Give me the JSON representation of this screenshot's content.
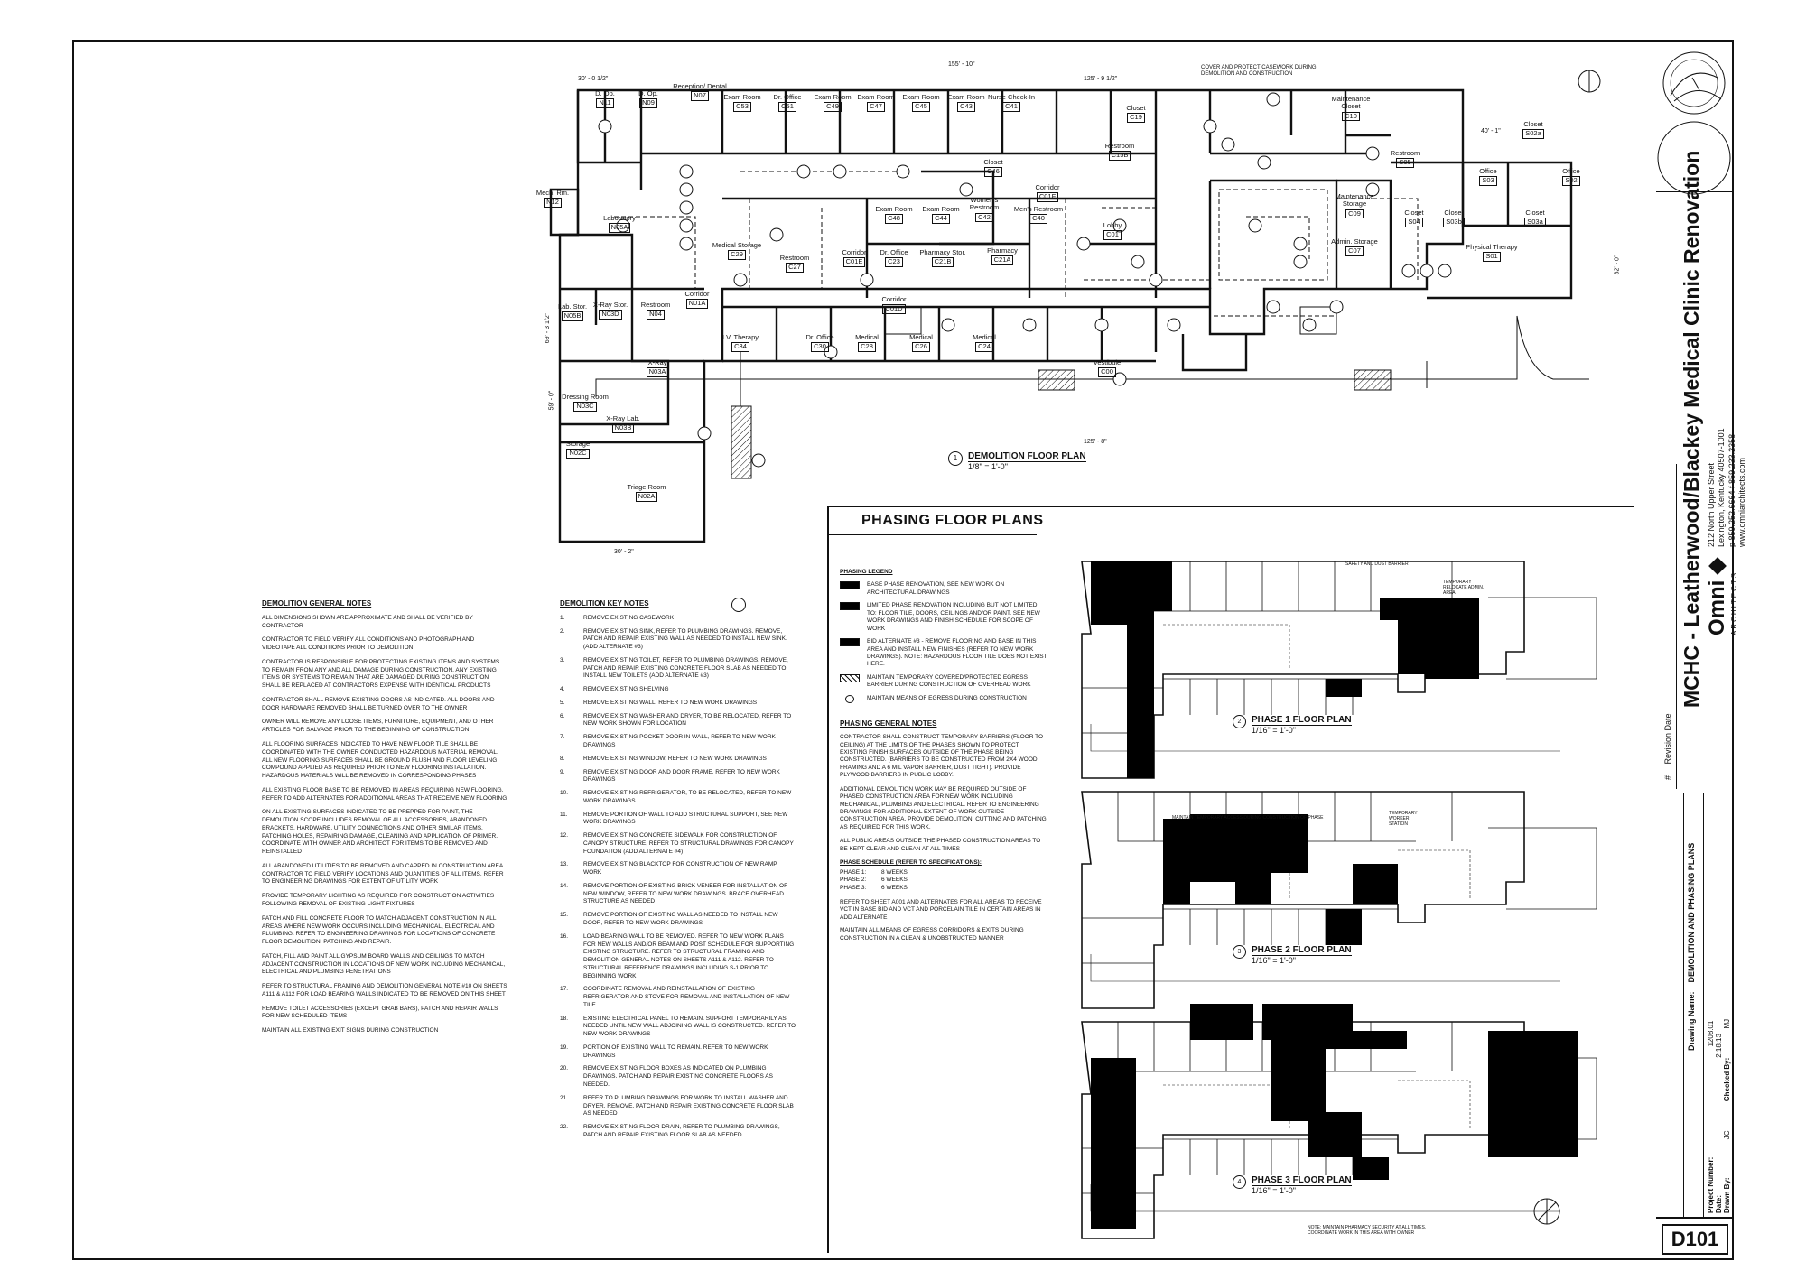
{
  "project": {
    "title": "MCHC - Leatherwood/Blackey Medical Clinic Renovation",
    "firm_logo": "Omni",
    "firm_sub": "ARCHITECTS",
    "address": "212 North Upper Street",
    "city": "Lexington, Kentucky 40507-1001",
    "phone": "p 859.252.6664  f 859.233.2358",
    "web": "www.omniarchitects.com",
    "drawing_name_label": "Drawing Name:",
    "drawing_name": "DEMOLITION AND PHASING PLANS",
    "project_number_label": "Project Number:",
    "project_number": "1208.01",
    "date_label": "Date:",
    "date": "2.18.13",
    "drawn_by_label": "Drawn By:",
    "drawn_by": "JC",
    "checked_by_label": "Checked By:",
    "checked_by": "MJ",
    "revision_label": "#",
    "revision_date_label": "Revision Date",
    "sheet_number": "D101"
  },
  "demolition_plan": {
    "number": "1",
    "title": "DEMOLITION FLOOR PLAN",
    "scale": "1/8\" = 1'-0\"",
    "callout_top": "COVER AND PROTECT CASEWORK DURING DEMOLITION AND CONSTRUCTION",
    "dims": [
      "30' - 0 1/2\"",
      "155' - 10\"",
      "125' - 9 1/2\"",
      "40' - 1\"",
      "125' - 8\"",
      "30' - 2\"",
      "69' - 3 1/2\"",
      "59' - 0\"",
      "32' - 0\""
    ],
    "rooms": [
      {
        "name": "D. Op.",
        "id": "N11"
      },
      {
        "name": "D. Op.",
        "id": "N09"
      },
      {
        "name": "Reception/ Dental",
        "id": "N07"
      },
      {
        "name": "Exam Room",
        "id": "C53"
      },
      {
        "name": "Dr. Office",
        "id": "C51"
      },
      {
        "name": "Exam Room",
        "id": "C49"
      },
      {
        "name": "Exam Room",
        "id": "C47"
      },
      {
        "name": "Exam Room",
        "id": "C45"
      },
      {
        "name": "Exam Room",
        "id": "C43"
      },
      {
        "name": "Nurse Check-In",
        "id": "C41"
      },
      {
        "name": "Closet",
        "id": "C19"
      },
      {
        "name": "Restroom",
        "id": "C15B"
      },
      {
        "name": "Maintenance Closet",
        "id": "C10"
      },
      {
        "name": "Closet",
        "id": "S02a"
      },
      {
        "name": "Mech. Rm.",
        "id": "N12"
      },
      {
        "name": "Laboratory",
        "id": "N05A"
      },
      {
        "name": "Medical Storage",
        "id": "C29"
      },
      {
        "name": "Restroom",
        "id": "C27"
      },
      {
        "name": "Closet",
        "id": "C46"
      },
      {
        "name": "Exam Room",
        "id": "C48"
      },
      {
        "name": "Exam Room",
        "id": "C44"
      },
      {
        "name": "Women's Restroom",
        "id": "C42"
      },
      {
        "name": "Corridor",
        "id": "C01F"
      },
      {
        "name": "Men's Restroom",
        "id": "C40"
      },
      {
        "name": "Lobby",
        "id": "C01"
      },
      {
        "name": "Restroom",
        "id": "S05"
      },
      {
        "name": "Office",
        "id": "S03"
      },
      {
        "name": "Office",
        "id": "S02"
      },
      {
        "name": "Maintenance Storage",
        "id": "C09"
      },
      {
        "name": "Closet",
        "id": "S04"
      },
      {
        "name": "Closet",
        "id": "S03b"
      },
      {
        "name": "Closet",
        "id": "S03a"
      },
      {
        "name": "Corridor",
        "id": "C01E"
      },
      {
        "name": "Dr. Office",
        "id": "C23"
      },
      {
        "name": "Pharmacy Stor.",
        "id": "C21B"
      },
      {
        "name": "Pharmacy",
        "id": "C21A"
      },
      {
        "name": "Admin. Storage",
        "id": "C07"
      },
      {
        "name": "Physical Therapy",
        "id": "S01"
      },
      {
        "name": "Lab. Stor.",
        "id": "N05B"
      },
      {
        "name": "X-Ray Stor.",
        "id": "N03D"
      },
      {
        "name": "Restroom",
        "id": "N04"
      },
      {
        "name": "Corridor",
        "id": "N01A"
      },
      {
        "name": "Corridor",
        "id": "C01D"
      },
      {
        "name": "I.V. Therapy",
        "id": "C34"
      },
      {
        "name": "Dr. Office",
        "id": "C30"
      },
      {
        "name": "Medical",
        "id": "C28"
      },
      {
        "name": "Medical",
        "id": "C26"
      },
      {
        "name": "Medical",
        "id": "C24"
      },
      {
        "name": "Vestibule",
        "id": "C00"
      },
      {
        "name": "X-Ray",
        "id": "N03A"
      },
      {
        "name": "Dressing Room",
        "id": "N03C"
      },
      {
        "name": "X-Ray Lab.",
        "id": "N03B"
      },
      {
        "name": "Storage",
        "id": "N02C"
      },
      {
        "name": "Triage Room",
        "id": "N02A"
      }
    ]
  },
  "demolition_general_notes": {
    "title": "DEMOLITION GENERAL NOTES",
    "items": [
      "ALL DIMENSIONS SHOWN ARE APPROXIMATE AND SHALL BE VERIFIED BY CONTRACTOR",
      "CONTRACTOR TO FIELD VERIFY ALL CONDITIONS AND PHOTOGRAPH AND VIDEOTAPE ALL CONDITIONS PRIOR TO DEMOLITION",
      "CONTRACTOR IS RESPONSIBLE FOR PROTECTING EXISTING ITEMS AND SYSTEMS TO REMAIN FROM ANY AND ALL DAMAGE DURING CONSTRUCTION. ANY EXISTING ITEMS OR SYSTEMS TO REMAIN THAT ARE DAMAGED DURING CONSTRUCTION SHALL BE REPLACED AT CONTRACTORS EXPENSE WITH IDENTICAL PRODUCTS",
      "CONTRACTOR SHALL REMOVE EXISTING DOORS AS INDICATED. ALL DOORS AND DOOR HARDWARE REMOVED SHALL BE TURNED OVER TO THE OWNER",
      "OWNER WILL REMOVE ANY LOOSE ITEMS, FURNITURE, EQUIPMENT, AND OTHER ARTICLES FOR SALVAGE PRIOR TO THE BEGINNING OF CONSTRUCTION",
      "ALL FLOORING SURFACES INDICATED TO HAVE NEW FLOOR TILE SHALL BE COORDINATED WITH THE OWNER CONDUCTED HAZARDOUS MATERIAL REMOVAL. ALL NEW FLOORING SURFACES SHALL BE GROUND FLUSH AND FLOOR LEVELING COMPOUND APPLIED AS REQUIRED PRIOR TO NEW FLOORING INSTALLATION. HAZARDOUS MATERIALS WILL BE REMOVED IN CORRESPONDING PHASES",
      "ALL EXISTING FLOOR BASE TO BE REMOVED IN AREAS REQUIRING NEW FLOORING. REFER TO ADD ALTERNATES FOR ADDITIONAL AREAS THAT RECEIVE NEW FLOORING",
      "ON ALL EXISTING SURFACES INDICATED TO BE PREPPED FOR PAINT, THE DEMOLITION SCOPE INCLUDES REMOVAL OF ALL ACCESSORIES, ABANDONED BRACKETS, HARDWARE, UTILITY CONNECTIONS AND OTHER SIMILAR ITEMS. PATCHING HOLES, REPAIRING DAMAGE, CLEANING AND APPLICATION OF PRIMER. COORDINATE WITH OWNER AND ARCHITECT FOR ITEMS TO BE REMOVED AND REINSTALLED",
      "ALL ABANDONED UTILITIES TO BE REMOVED AND CAPPED IN CONSTRUCTION AREA. CONTRACTOR TO FIELD VERIFY LOCATIONS AND QUANTITIES OF ALL ITEMS. REFER TO ENGINEERING DRAWINGS FOR EXTENT OF UTILITY WORK",
      "PROVIDE TEMPORARY LIGHTING AS REQUIRED FOR CONSTRUCTION ACTIVITIES FOLLOWING REMOVAL OF EXISTING LIGHT FIXTURES",
      "PATCH AND FILL CONCRETE FLOOR TO MATCH ADJACENT CONSTRUCTION IN ALL AREAS WHERE NEW WORK OCCURS INCLUDING MECHANICAL, ELECTRICAL AND PLUMBING. REFER TO ENGINEERING DRAWINGS FOR LOCATIONS OF CONCRETE FLOOR DEMOLITION, PATCHING AND REPAIR.",
      "PATCH, FILL AND PAINT ALL GYPSUM BOARD WALLS AND CEILINGS TO MATCH ADJACENT CONSTRUCTION IN LOCATIONS OF NEW WORK INCLUDING MECHANICAL, ELECTRICAL AND PLUMBING PENETRATIONS",
      "REFER TO STRUCTURAL FRAMING AND DEMOLITION GENERAL NOTE #10 ON SHEETS A111 & A112 FOR LOAD BEARING WALLS INDICATED TO BE REMOVED ON THIS SHEET",
      "REMOVE TOILET ACCESSORIES (EXCEPT GRAB BARS), PATCH AND REPAIR WALLS FOR NEW SCHEDULED ITEMS",
      "MAINTAIN ALL EXISTING EXIT SIGNS DURING CONSTRUCTION"
    ]
  },
  "demolition_key_notes": {
    "title": "DEMOLITION KEY NOTES",
    "items": [
      {
        "n": "1.",
        "t": "REMOVE EXISTING CASEWORK"
      },
      {
        "n": "2.",
        "t": "REMOVE EXISTING SINK, REFER TO PLUMBING DRAWINGS. REMOVE, PATCH AND REPAIR EXISTING WALL AS NEEDED TO INSTALL NEW SINK. (ADD ALTERNATE #3)"
      },
      {
        "n": "3.",
        "t": "REMOVE EXISTING TOILET, REFER TO PLUMBING DRAWINGS. REMOVE, PATCH AND REPAIR EXISTING CONCRETE FLOOR SLAB AS NEEDED TO INSTALL NEW TOILETS (ADD ALTERNATE #3)"
      },
      {
        "n": "4.",
        "t": "REMOVE EXISTING SHELVING"
      },
      {
        "n": "5.",
        "t": "REMOVE EXISTING WALL, REFER TO NEW WORK DRAWINGS"
      },
      {
        "n": "6.",
        "t": "REMOVE EXISTING WASHER AND DRYER, TO BE RELOCATED, REFER TO NEW WORK SHOWN FOR LOCATION"
      },
      {
        "n": "7.",
        "t": "REMOVE EXISTING POCKET DOOR IN WALL, REFER TO NEW WORK DRAWINGS"
      },
      {
        "n": "8.",
        "t": "REMOVE EXISTING WINDOW, REFER TO NEW WORK DRAWINGS"
      },
      {
        "n": "9.",
        "t": "REMOVE EXISTING DOOR AND DOOR FRAME, REFER TO NEW WORK DRAWINGS"
      },
      {
        "n": "10.",
        "t": "REMOVE EXISTING REFRIGERATOR, TO BE RELOCATED, REFER TO NEW WORK DRAWINGS"
      },
      {
        "n": "11.",
        "t": "REMOVE PORTION OF WALL TO ADD STRUCTURAL SUPPORT, SEE NEW WORK DRAWINGS"
      },
      {
        "n": "12.",
        "t": "REMOVE EXISTING CONCRETE SIDEWALK FOR CONSTRUCTION OF CANOPY STRUCTURE, REFER TO STRUCTURAL DRAWINGS FOR CANOPY FOUNDATION (ADD ALTERNATE #4)"
      },
      {
        "n": "13.",
        "t": "REMOVE EXISTING BLACKTOP FOR CONSTRUCTION OF NEW RAMP WORK"
      },
      {
        "n": "14.",
        "t": "REMOVE PORTION OF EXISTING BRICK VENEER FOR INSTALLATION OF NEW WINDOW, REFER TO NEW WORK DRAWINGS. BRACE OVERHEAD STRUCTURE AS NEEDED"
      },
      {
        "n": "15.",
        "t": "REMOVE PORTION OF EXISTING WALL AS NEEDED TO INSTALL NEW DOOR, REFER TO NEW WORK DRAWINGS"
      },
      {
        "n": "16.",
        "t": "LOAD BEARING WALL TO BE REMOVED. REFER TO NEW WORK PLANS FOR NEW WALLS AND/OR BEAM AND POST SCHEDULE FOR SUPPORTING EXISTING STRUCTURE. REFER TO STRUCTURAL FRAMING AND DEMOLITION GENERAL NOTES ON SHEETS A111 & A112. REFER TO STRUCTURAL REFERENCE DRAWINGS INCLUDING S-1 PRIOR TO BEGINNING WORK"
      },
      {
        "n": "17.",
        "t": "COORDINATE REMOVAL AND REINSTALLATION OF EXISTING REFRIGERATOR AND STOVE FOR REMOVAL AND INSTALLATION OF NEW TILE"
      },
      {
        "n": "18.",
        "t": "EXISTING ELECTRICAL PANEL TO REMAIN. SUPPORT TEMPORARILY AS NEEDED UNTIL NEW WALL ADJOINING WALL IS CONSTRUCTED. REFER TO NEW WORK DRAWINGS"
      },
      {
        "n": "19.",
        "t": "PORTION OF EXISTING WALL TO REMAIN. REFER TO NEW WORK DRAWINGS"
      },
      {
        "n": "20.",
        "t": "REMOVE EXISTING FLOOR BOXES AS INDICATED ON PLUMBING DRAWINGS. PATCH AND REPAIR EXISTING CONCRETE FLOORS AS NEEDED."
      },
      {
        "n": "21.",
        "t": "REFER TO PLUMBING DRAWINGS FOR WORK TO INSTALL WASHER AND DRYER. REMOVE, PATCH AND REPAIR EXISTING CONCRETE FLOOR SLAB AS NEEDED"
      },
      {
        "n": "22.",
        "t": "REMOVE EXISTING FLOOR DRAIN, REFER TO PLUMBING DRAWINGS, PATCH AND REPAIR EXISTING FLOOR SLAB AS NEEDED"
      }
    ]
  },
  "phasing": {
    "heading": "PHASING FLOOR PLANS",
    "legend_title": "PHASING LEGEND",
    "legend": [
      {
        "kind": "solid",
        "t": "BASE PHASE RENOVATION, SEE NEW WORK ON ARCHITECTURAL DRAWINGS"
      },
      {
        "kind": "solid",
        "t": "LIMITED PHASE RENOVATION INCLUDING BUT NOT LIMITED TO: FLOOR TILE, DOORS, CEILINGS AND/OR PAINT. SEE NEW WORK DRAWINGS AND FINISH SCHEDULE FOR SCOPE OF WORK"
      },
      {
        "kind": "solid",
        "t": "BID ALTERNATE #3 - REMOVE FLOORING AND BASE IN THIS AREA AND INSTALL NEW FINISHES (REFER TO NEW WORK DRAWINGS). NOTE: HAZARDOUS FLOOR TILE DOES NOT EXIST HERE."
      },
      {
        "kind": "hatch",
        "t": "MAINTAIN TEMPORARY COVERED/PROTECTED EGRESS BARRIER DURING CONSTRUCTION OF OVERHEAD WORK"
      },
      {
        "kind": "circle",
        "t": "MAINTAIN MEANS OF EGRESS DURING CONSTRUCTION"
      }
    ],
    "general_notes_title": "PHASING GENERAL NOTES",
    "general_notes": [
      "CONTRACTOR SHALL CONSTRUCT TEMPORARY BARRIERS (FLOOR TO CEILING) AT THE LIMITS OF THE PHASES SHOWN TO PROTECT EXISTING FINISH SURFACES OUTSIDE OF THE PHASE BEING CONSTRUCTED. (BARRIERS TO BE CONSTRUCTED FROM 2X4 WOOD FRAMING AND A 6 MIL VAPOR BARRIER, DUST TIGHT). PROVIDE PLYWOOD BARRIERS IN PUBLIC LOBBY.",
      "ADDITIONAL DEMOLITION WORK MAY BE REQUIRED OUTSIDE OF PHASED CONSTRUCTION AREA FOR NEW WORK INCLUDING MECHANICAL, PLUMBING AND ELECTRICAL. REFER TO ENGINEERING DRAWINGS FOR ADDITIONAL EXTENT OF WORK OUTSIDE CONSTRUCTION AREA. PROVIDE DEMOLITION, CUTTING AND PATCHING AS REQUIRED FOR THIS WORK.",
      "ALL PUBLIC AREAS OUTSIDE THE PHASED CONSTRUCTION AREAS TO BE KEPT CLEAR AND CLEAN AT ALL TIMES"
    ],
    "schedule_title": "PHASE SCHEDULE (REFER TO SPECIFICATIONS):",
    "schedule": [
      {
        "phase": "PHASE 1:",
        "weeks": "8 WEEKS"
      },
      {
        "phase": "PHASE 2:",
        "weeks": "6 WEEKS"
      },
      {
        "phase": "PHASE 3:",
        "weeks": "6 WEEKS"
      }
    ],
    "note_after_schedule_1": "REFER TO SHEET A001 AND ALTERNATES FOR ALL AREAS TO RECEIVE VCT IN BASE BID AND VCT AND PORCELAIN TILE IN CERTAIN AREAS IN ADD ALTERNATE",
    "note_after_schedule_2": "MAINTAIN ALL MEANS OF EGRESS CORRIDORS & EXITS DURING CONSTRUCTION IN A CLEAN & UNOBSTRUCTED MANNER",
    "plans": [
      {
        "number": "2",
        "title": "PHASE 1 FLOOR PLAN",
        "scale": "1/16\" = 1'-0\""
      },
      {
        "number": "3",
        "title": "PHASE 2 FLOOR PLAN",
        "scale": "1/16\" = 1'-0\""
      },
      {
        "number": "4",
        "title": "PHASE 3 FLOOR PLAN",
        "scale": "1/16\" = 1'-0\""
      }
    ],
    "phase1_labels": [
      "SAFETY AND DUST BARRIER",
      "TEMPORARY RELOCATE ADMIN. AREA"
    ],
    "phase2_labels": [
      "MAINTAIN TEMPORARY ACCESS DURING CONSTRUCTION OF PHASE",
      "TEMPORARY WORKER STATION"
    ],
    "phase3_note": "NOTE: MAINTAIN PHARMACY SECURITY AT ALL TIMES. COORDINATE WORK IN THIS AREA WITH OWNER"
  }
}
